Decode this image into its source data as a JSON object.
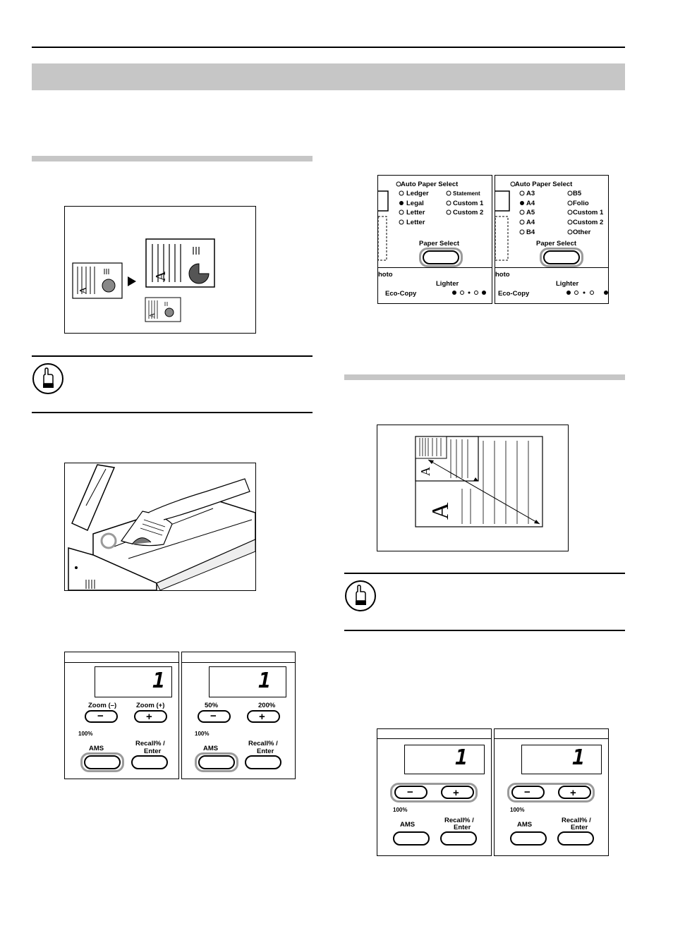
{
  "panels": {
    "zoom_left": {
      "display": "1",
      "zoom_minus": "Zoom (–)",
      "zoom_plus": "Zoom (+)",
      "hundred": "100%",
      "ams": "AMS",
      "recall": "Recall% /",
      "enter": "Enter"
    },
    "zoom_right": {
      "display": "1",
      "pct_50": "50%",
      "pct_200": "200%",
      "hundred": "100%",
      "ams": "AMS",
      "recall": "Recall% /",
      "enter": "Enter"
    },
    "paper_left": {
      "auto": "Auto Paper Select",
      "left_items": [
        "Ledger",
        "Legal",
        "Letter",
        "Letter"
      ],
      "right_items": [
        "Statement",
        "Custom 1",
        "Custom 2"
      ],
      "select": "Paper Select",
      "photo": "hoto",
      "lighter": "Lighter",
      "eco": "Eco-Copy"
    },
    "paper_right": {
      "auto": "Auto Paper Select",
      "left_items": [
        "A3",
        "A4",
        "A5",
        "A4",
        "B4"
      ],
      "right_items": [
        "B5",
        "Folio",
        "Custom 1",
        "Custom 2",
        "Other"
      ],
      "select": "Paper Select",
      "photo": "hoto",
      "lighter": "Lighter",
      "eco": "Eco-Copy"
    },
    "lower_zoom_left": {
      "display": "1",
      "hundred": "100%",
      "ams": "AMS",
      "recall": "Recall% /",
      "enter": "Enter"
    },
    "lower_zoom_right": {
      "display": "1",
      "hundred": "100%",
      "ams": "AMS",
      "recall": "Recall% /",
      "enter": "Enter"
    }
  },
  "icons": {
    "note": "hand-pointing-icon",
    "arrow": "triangle-right-icon"
  }
}
